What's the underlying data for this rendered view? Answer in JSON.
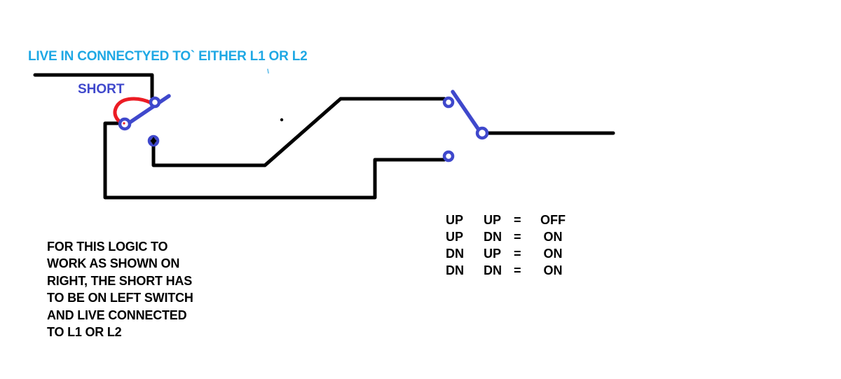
{
  "colors": {
    "background": "#FFFFFF",
    "heading_cyan": "#1FA8E4",
    "switch_indigo": "#3F48CC",
    "short_red": "#EC1C24",
    "wire_black": "#000000"
  },
  "heading": {
    "text": "LIVE IN CONNECTYED TO` EITHER L1 OR L2"
  },
  "labels": {
    "short": "SHORT"
  },
  "truth_table": {
    "rows": [
      {
        "sw1": "UP",
        "sw2": "UP",
        "eq": "=",
        "result": "OFF"
      },
      {
        "sw1": "UP",
        "sw2": "DN",
        "eq": "=",
        "result": "ON"
      },
      {
        "sw1": "DN",
        "sw2": "UP",
        "eq": "=",
        "result": "ON"
      },
      {
        "sw1": "DN",
        "sw2": "DN",
        "eq": "=",
        "result": "ON"
      }
    ]
  },
  "note": {
    "text": "FOR THIS LOGIC TO\nWORK AS SHOWN ON\nRIGHT, THE SHORT HAS\nTO BE ON LEFT SWITCH\nAND LIVE CONNECTED\nTO L1 OR L2"
  }
}
